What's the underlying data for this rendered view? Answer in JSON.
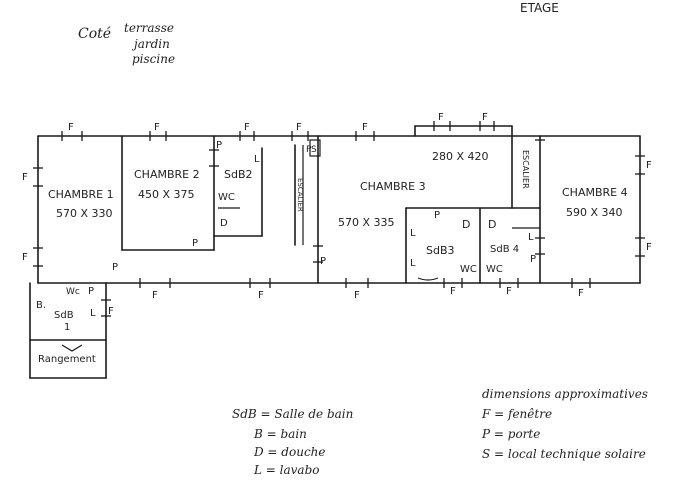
{
  "header": {
    "side_line1": "Coté",
    "side_line2": "terrasse",
    "side_line3": "jardin",
    "side_line4": "piscine",
    "floor": "ETAGE"
  },
  "rooms": {
    "chambre1": {
      "name": "CHAMBRE 1",
      "dims": "570 X 330"
    },
    "chambre2": {
      "name": "CHAMBRE 2",
      "dims": "450 X 375"
    },
    "chambre3": {
      "name": "CHAMBRE 3",
      "dims": "570 X 335",
      "extra_dims": "280 X 420"
    },
    "chambre4": {
      "name": "CHAMBRE 4",
      "dims": "590 X 340"
    },
    "sdb2": {
      "name": "SdB2",
      "wc": "WC",
      "d": "D",
      "l": "L",
      "p": "P"
    },
    "sdb1": {
      "name": "SdB",
      "num": "1",
      "b": "B.",
      "wc": "Wc",
      "p": "P",
      "l": "L",
      "f": "F"
    },
    "sdb3": {
      "name": "SdB3",
      "p": "P",
      "d": "D",
      "l1": "L",
      "l2": "L",
      "wc": "WC"
    },
    "sdb4": {
      "name": "SdB 4",
      "d": "D",
      "wc": "WC"
    },
    "rangement": "Rangement",
    "escalier_left": "ESCALIER",
    "escalier_right": "ESCALIER",
    "s_mark": "S",
    "p_mark": "P",
    "f_mark": "F",
    "l_mark": "L"
  },
  "legend_left": {
    "l1": "SdB = Salle de bain",
    "l2": "B = bain",
    "l3": "D = douche",
    "l4": "L = lavabo"
  },
  "legend_right": {
    "l1": "dimensions approximatives",
    "l2": "F = fenêtre",
    "l3": "P = porte",
    "l4": "S = local technique solaire"
  }
}
